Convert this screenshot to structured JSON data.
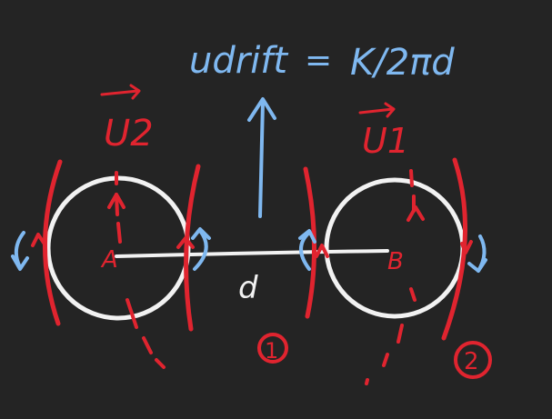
{
  "colors": {
    "background": "#242424",
    "blue": "#7fb8f0",
    "red": "#e0242f",
    "white": "#f2f2f2"
  },
  "equation": {
    "lhs": "udrift",
    "equals": "=",
    "rhs": "K/2πd"
  },
  "vortex_left": {
    "label": "A",
    "velocity_label": "U2"
  },
  "vortex_right": {
    "label": "B",
    "velocity_label": "U1"
  },
  "separation_label": "d",
  "circle_markers": [
    "1",
    "2"
  ]
}
